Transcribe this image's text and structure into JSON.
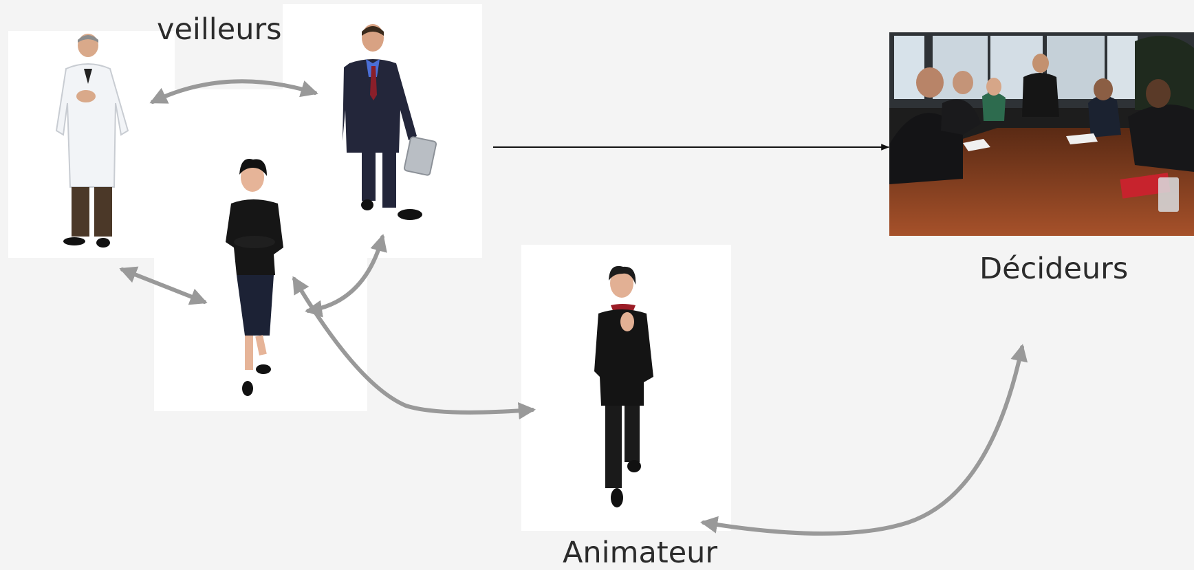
{
  "labels": {
    "veilleurs": "veilleurs",
    "decideurs": "Décideurs",
    "animateur": "Animateur"
  },
  "colors": {
    "background": "#f4f4f4",
    "arrow": "#999999",
    "line": "#111111",
    "text": "#2b2b2b"
  }
}
